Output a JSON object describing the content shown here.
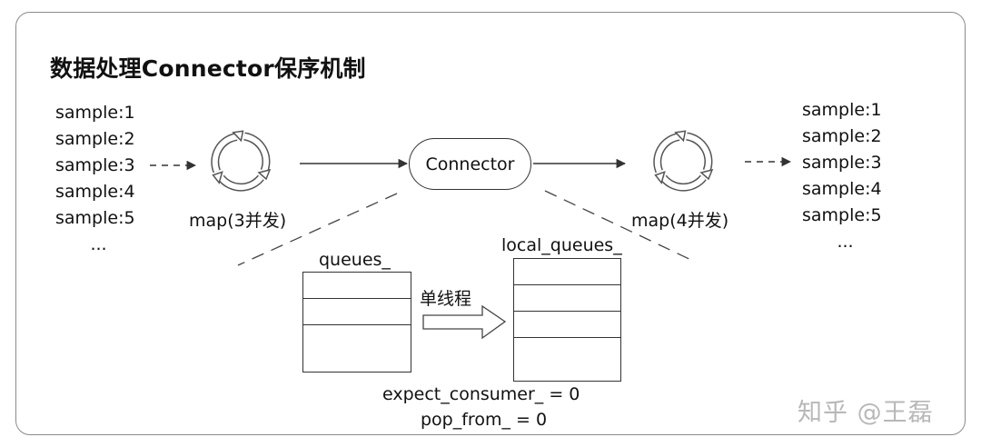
{
  "title": "数据处理Connector保序机制",
  "input_samples": [
    "sample:1",
    "sample:2",
    "sample:3",
    "sample:4",
    "sample:5",
    "..."
  ],
  "output_samples": [
    "sample:1",
    "sample:2",
    "sample:3",
    "sample:4",
    "sample:5",
    "..."
  ],
  "map_left_label": "map(3并发)",
  "map_right_label": "map(4并发)",
  "connector_label": "Connector",
  "queues_label": "queues_",
  "local_queues_label": "local_queues_",
  "single_thread_label": "单线程",
  "expect_consumer_text": "expect_consumer_ = 0",
  "pop_from_text": "pop_from_ = 0",
  "watermark": "知乎 @王磊"
}
